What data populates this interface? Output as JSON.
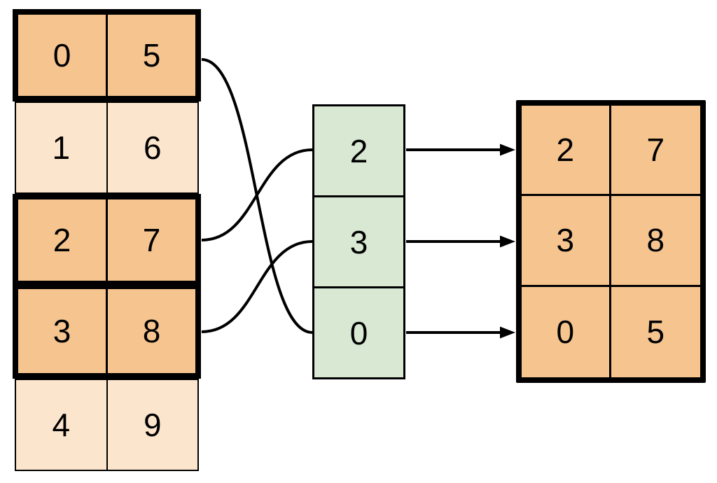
{
  "diagram_type": "row-gather / indexing diagram",
  "source_table": {
    "rows": [
      {
        "cells": [
          "0",
          "5"
        ],
        "highlighted": true
      },
      {
        "cells": [
          "1",
          "6"
        ],
        "highlighted": false
      },
      {
        "cells": [
          "2",
          "7"
        ],
        "highlighted": true
      },
      {
        "cells": [
          "3",
          "8"
        ],
        "highlighted": true
      },
      {
        "cells": [
          "4",
          "9"
        ],
        "highlighted": false
      }
    ]
  },
  "index_column": {
    "cells": [
      "2",
      "3",
      "0"
    ]
  },
  "result_table": {
    "rows": [
      {
        "cells": [
          "2",
          "7"
        ]
      },
      {
        "cells": [
          "3",
          "8"
        ]
      },
      {
        "cells": [
          "0",
          "5"
        ]
      }
    ]
  },
  "connections": {
    "source_row_to_index_cell": [
      {
        "source_row": 0,
        "index_cell": 2
      },
      {
        "source_row": 2,
        "index_cell": 0
      },
      {
        "source_row": 3,
        "index_cell": 1
      }
    ],
    "index_cell_to_result_row": [
      {
        "index_cell": 0,
        "result_row": 0
      },
      {
        "index_cell": 1,
        "result_row": 1
      },
      {
        "index_cell": 2,
        "result_row": 2
      }
    ]
  },
  "colors": {
    "highlight_fill": "#f5c48f",
    "muted_fill": "#fbe5cc",
    "index_fill": "#d8e8d3",
    "stroke": "#000000",
    "canvas_bg": "#ffffff"
  }
}
